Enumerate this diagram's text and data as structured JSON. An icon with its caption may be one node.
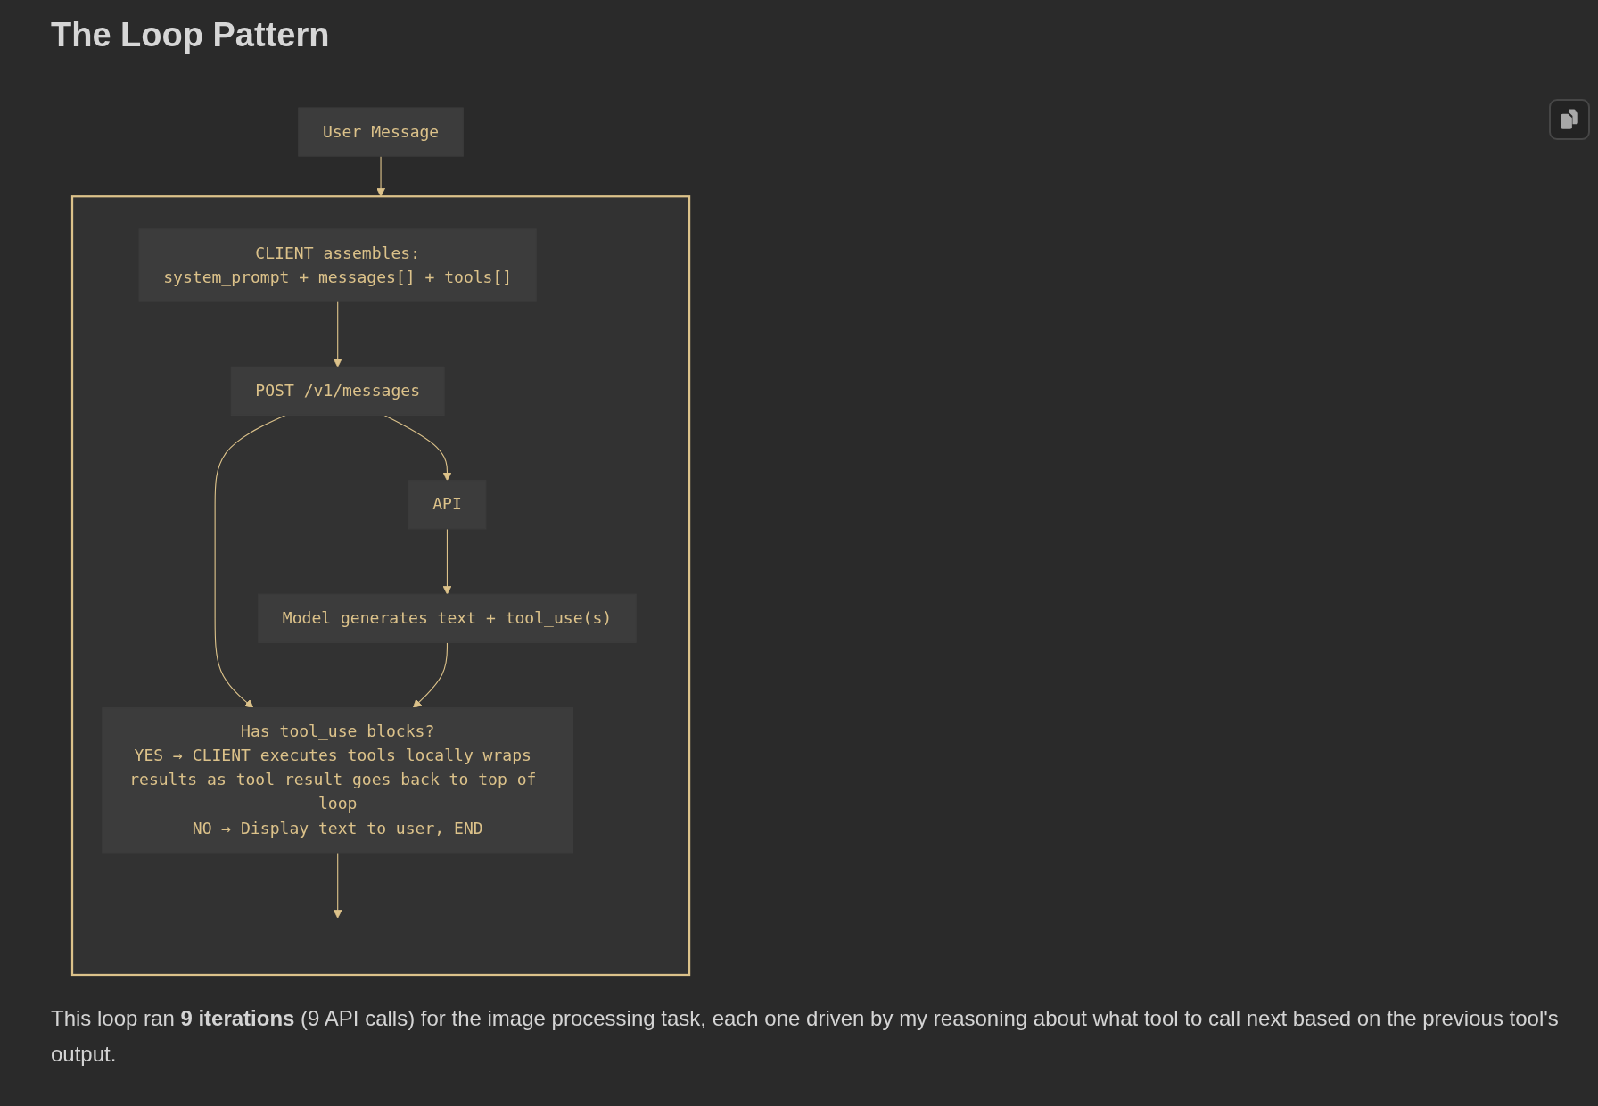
{
  "diagram": {
    "title": "The Loop Pattern",
    "caption": "This loop ran **9 iterations** (9 API calls) for the image processing task, each one driven by my reasoning about what tool to call next based on the previous tool's output.",
    "nodes": [
      {
        "text": [
          "User Message"
        ]
      },
      {
        "text": [],
        "shape": "box"
      },
      {
        "text": [
          "CLIENT assembles:",
          "system_prompt + messages[] + tools[]"
        ],
        "in": 1
      },
      {
        "text": [
          "POST /v1/messages"
        ],
        "in": 1
      },
      {
        "text": [
          "API"
        ],
        "in": 1
      },
      {
        "text": [
          "Model generates text + tool_use(s)"
        ],
        "in": 1
      },
      {
        "text": [
          "Has tool_use blocks?",
          "YES → CLIENT executes tools locally wraps results as tool_result goes back to top of loop",
          "NO → Display text to user, END"
        ],
        "in": 1
      }
    ],
    "edges": [
      {
        "from": 0,
        "to": 1,
        "arrow": "to"
      },
      {
        "from": 2,
        "to": 3,
        "arrow": "to"
      },
      {
        "from": 3,
        "to": 4,
        "arrow": "to"
      },
      {
        "from": 4,
        "to": 5,
        "arrow": "to"
      },
      {
        "from": 3,
        "to": 6,
        "arrow": "to"
      },
      {
        "from": 5,
        "to": 6,
        "arrow": "to"
      },
      {
        "from": 6,
        "to": null,
        "arrow": "to"
      }
    ]
  }
}
